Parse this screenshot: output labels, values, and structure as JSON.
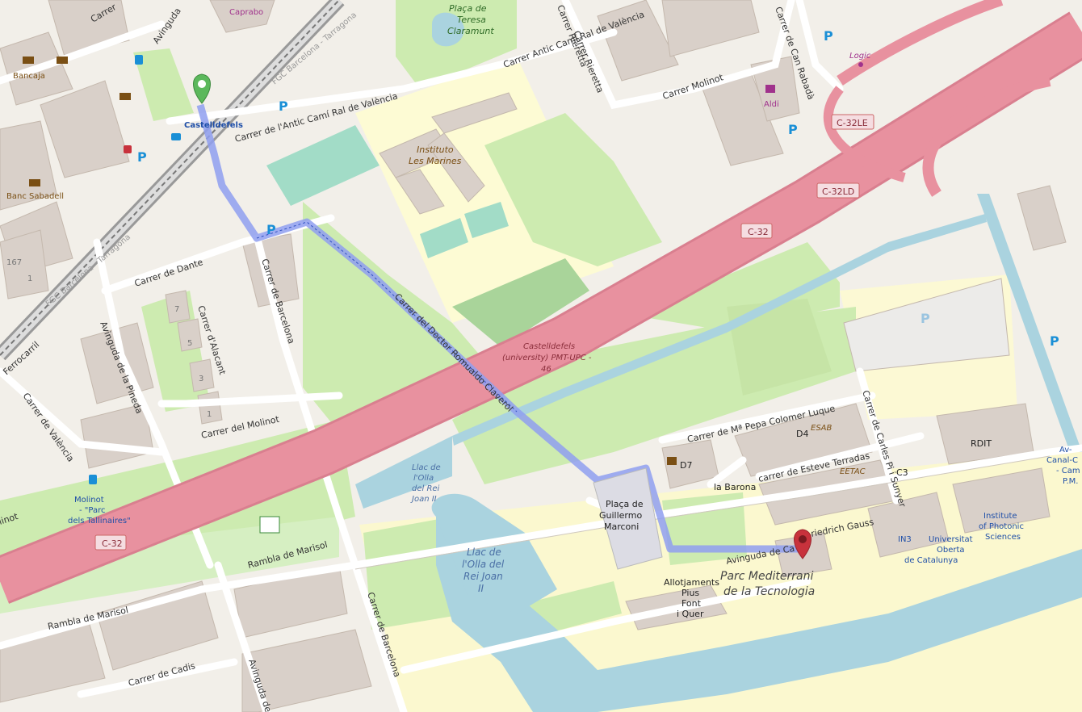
{
  "map": {
    "streets": {
      "antic_cami_1": "Carrer de l'Antic Camí Ral de València",
      "antic_cami_2": "Carrer Antic Camí Ral de València",
      "molinot_top": "Carrer Molinot",
      "can_rabada": "Carrer de Can Rabadà",
      "rieretta_1": "Carrer Rieretta",
      "rieretta_2": "Carrer Rieretta",
      "avinguda_top": "Avinguda",
      "carrer_top": "Carrer",
      "fgc_top": "FGC Barcelona - Tarragona",
      "fgc_mid": "FGC Barcelona - Tarragona",
      "dante": "Carrer de Dante",
      "barcelona_1": "Carrer de Barcelona",
      "barcelona_2": "Carrer de Barcelona",
      "alacant": "Carrer d'Alacant",
      "pineda": "Avinguda de la Pineda",
      "valencia": "Carrer de València",
      "ferrocarril": "Ferrocarril",
      "molinot_mid": "Carrer del Molinot",
      "doctor": "Carrer del Doctor Romualdo Claverol",
      "pepa": "Carrer de Mª Pepa Colomer Luque",
      "esteve": "carrer de Esteve Terradas",
      "carles": "Carrer de Carles Pi i Sunyer",
      "gauss_1": "Avinguda de Ca",
      "gauss_2": "riedrich Gauss",
      "marisol_1": "Rambla de Marisol",
      "marisol_2": "Rambla de Marisol",
      "cadis": "Carrer de Cadis",
      "avinguda_bottom": "Avinguda de",
      "molinot_left": "linot"
    },
    "roads": {
      "c32_a": "C-32",
      "c32_b": "C-32",
      "c32le": "C-32LE",
      "c32ld": "C-32LD"
    },
    "route_label": [
      "Castelldefels",
      "(university) PMT-UPC -",
      "46"
    ],
    "pois": {
      "caprabo": "Caprabo",
      "bancaja": "Bancaja",
      "banc_sabadell": "Banc Sabadell",
      "castelldefels_station": "Castelldefels",
      "logic": "Logic",
      "aldi": "Aldi",
      "molinot_stop": [
        "Molinot",
        "- \"Parc",
        "dels Tallinaires\""
      ],
      "rdit": "RDIT",
      "d4": "D4",
      "esab": "ESAB",
      "eetac": "EETAC",
      "c3": "C3",
      "d7": "D7",
      "la_barona": "la Barona",
      "in3": "IN3",
      "uoc": [
        "Universitat",
        "Oberta",
        "de Catalunya"
      ],
      "photonic": [
        "Institute",
        "of Photonic",
        "Sciences"
      ],
      "allotjaments": [
        "Allotjaments",
        "Pius",
        "Font",
        "i Quer"
      ],
      "parc": [
        "Parc Mediterrani",
        "de la Tecnologia"
      ],
      "placa_teresa": [
        "Plaça de",
        "Teresa",
        "Claramunt"
      ],
      "instituto": [
        "Instituto",
        "Les Marines"
      ],
      "placa_guillermo": [
        "Plaça de",
        "Guillermo",
        "Marconi"
      ],
      "canal_right": [
        "Av-",
        "Canal-C",
        "- Cam",
        "P.M."
      ]
    },
    "water": {
      "llac_small": [
        "Llac de",
        "l'Olla",
        "del Rei",
        "Joan II"
      ],
      "llac_big": [
        "Llac de",
        "l'Olla del",
        "Rei Joan",
        "II"
      ]
    },
    "house_numbers": [
      "167",
      "1",
      "7",
      "5",
      "3",
      "1"
    ],
    "parking_symbol": "P",
    "colors": {
      "background": "#f2efe9",
      "motorway": "#e8919f",
      "route": "#8f9ff0",
      "water": "#aad3df",
      "park": "#cdebb0",
      "building": "#d9d0c9",
      "start_marker": "#5cb85c",
      "end_marker": "#c8323c"
    }
  }
}
